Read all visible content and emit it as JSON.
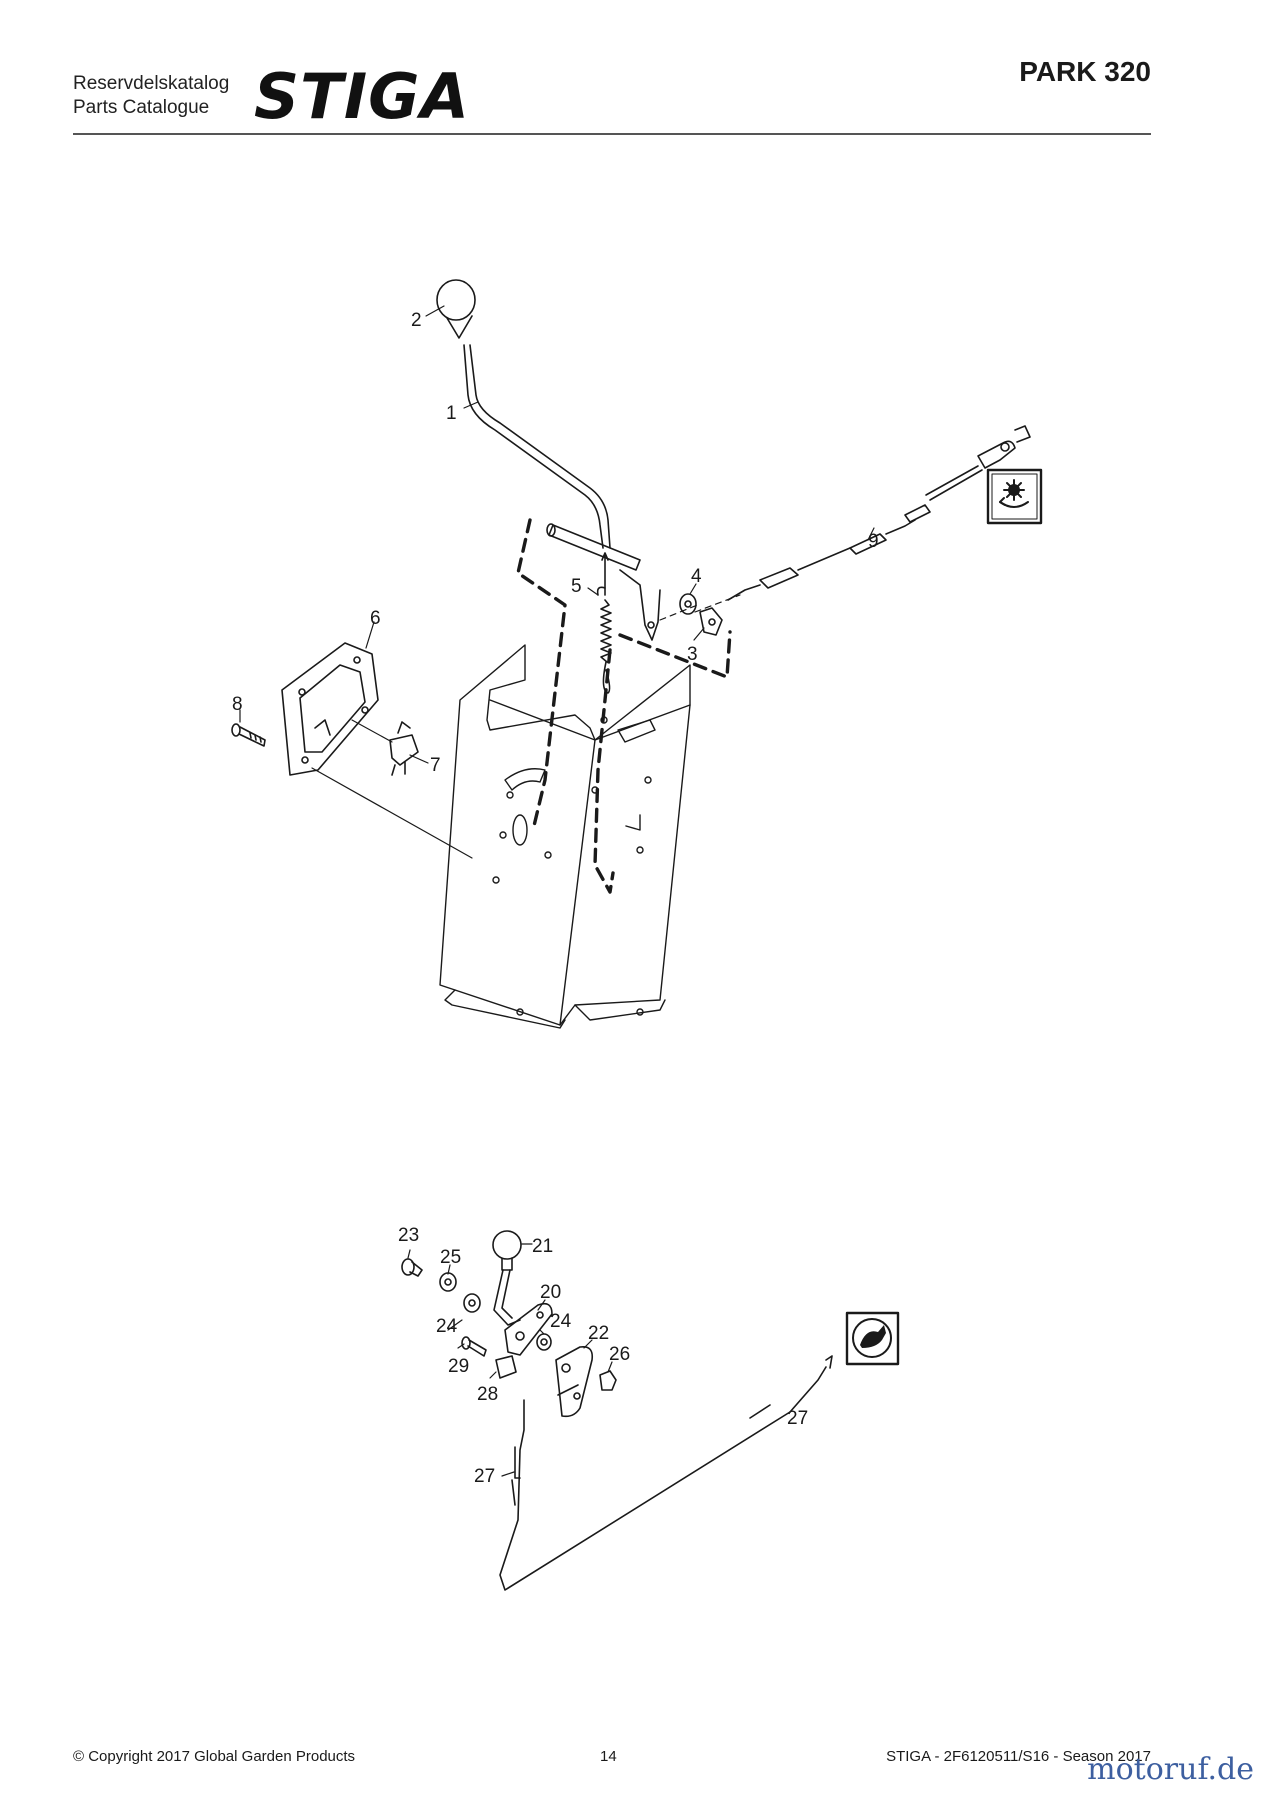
{
  "header": {
    "catalog_label_sv": "Reservdelskatalog",
    "catalog_label_en": "Parts Catalogue",
    "brand_logo": "STIGA",
    "model": "PARK 320"
  },
  "diagram_upper": {
    "callouts": [
      {
        "id": "c1",
        "label": "1"
      },
      {
        "id": "c2",
        "label": "2"
      },
      {
        "id": "c3",
        "label": "3"
      },
      {
        "id": "c4",
        "label": "4"
      },
      {
        "id": "c5",
        "label": "5"
      },
      {
        "id": "c6",
        "label": "6"
      },
      {
        "id": "c7",
        "label": "7"
      },
      {
        "id": "c8",
        "label": "8"
      },
      {
        "id": "c9",
        "label": "9"
      }
    ],
    "symbol_icon": "blade-engage-icon"
  },
  "diagram_lower": {
    "callouts": [
      {
        "id": "c20",
        "label": "20"
      },
      {
        "id": "c21",
        "label": "21"
      },
      {
        "id": "c22",
        "label": "22"
      },
      {
        "id": "c23",
        "label": "23"
      },
      {
        "id": "c24a",
        "label": "24"
      },
      {
        "id": "c24b",
        "label": "24"
      },
      {
        "id": "c25",
        "label": "25"
      },
      {
        "id": "c26",
        "label": "26"
      },
      {
        "id": "c27a",
        "label": "27"
      },
      {
        "id": "c27b",
        "label": "27"
      },
      {
        "id": "c28",
        "label": "28"
      },
      {
        "id": "c29",
        "label": "29"
      }
    ],
    "symbol_icon": "throttle-rabbit-icon"
  },
  "footer": {
    "copyright": "© Copyright 2017 Global Garden Products",
    "page_number": "14",
    "doc_ref": "STIGA - 2F6120511/S16 - Season 2017",
    "watermark": "motoruf.de"
  }
}
